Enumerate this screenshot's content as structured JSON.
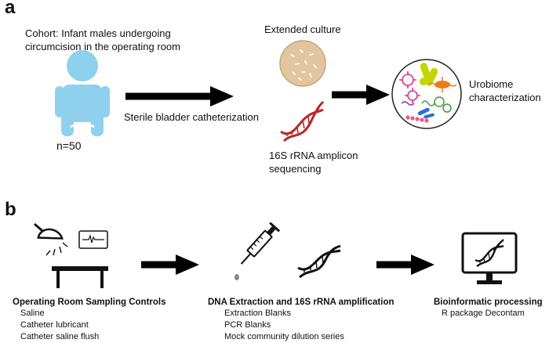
{
  "panel_a": {
    "letter": "a",
    "cohort_lines": [
      "Cohort: Infant males undergoing",
      "circumcision in the operating room"
    ],
    "n_label": "n=50",
    "step_catheter": "Sterile bladder catheterization",
    "extended_culture": "Extended culture",
    "sequencing_lines": [
      "16S rRNA amplicon",
      "sequencing"
    ],
    "urobiome_lines": [
      "Urobiome",
      "characterization"
    ]
  },
  "panel_b": {
    "letter": "b",
    "or_controls": {
      "heading": "Operating Room Sampling Controls",
      "items": [
        "Saline",
        "Catheter lubricant",
        "Catheter saline flush"
      ]
    },
    "dna": {
      "heading": "DNA Extraction and 16S rRNA amplification",
      "items": [
        "Extraction Blanks",
        "PCR Blanks",
        "Mock community dilution series"
      ]
    },
    "bioinf": {
      "heading": "Bioinformatic processing",
      "items": [
        "R package Decontam"
      ]
    }
  },
  "colors": {
    "baby": "#8fd0ee",
    "dish": "#e2c6a0",
    "dna_red": "#b8282a",
    "arrow": "#000000"
  },
  "icons": [
    "baby-icon",
    "petri-dish-icon",
    "dna-icon",
    "microbe-dish-icon",
    "surgical-lamp-icon",
    "monitor-icon",
    "table-icon",
    "syringe-icon",
    "computer-dna-icon"
  ]
}
